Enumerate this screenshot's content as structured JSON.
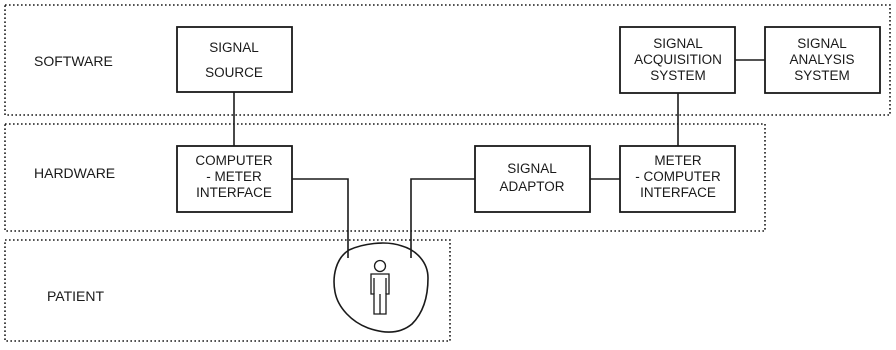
{
  "lanes": {
    "software": "SOFTWARE",
    "hardware": "HARDWARE",
    "patient": "PATIENT"
  },
  "boxes": {
    "signal_source": [
      "SIGNAL",
      "SOURCE"
    ],
    "signal_acquisition": [
      "SIGNAL",
      "ACQUISITION",
      "SYSTEM"
    ],
    "signal_analysis": [
      "SIGNAL",
      "ANALYSIS",
      "SYSTEM"
    ],
    "computer_meter_interface": [
      "COMPUTER",
      "- METER",
      "INTERFACE"
    ],
    "signal_adaptor": [
      "SIGNAL",
      "ADAPTOR"
    ],
    "meter_computer_interface": [
      "METER",
      "- COMPUTER",
      "INTERFACE"
    ]
  },
  "patient_figure": {
    "icon": "person-icon"
  },
  "colors": {
    "stroke": "#1a1a1a",
    "background": "#ffffff"
  }
}
